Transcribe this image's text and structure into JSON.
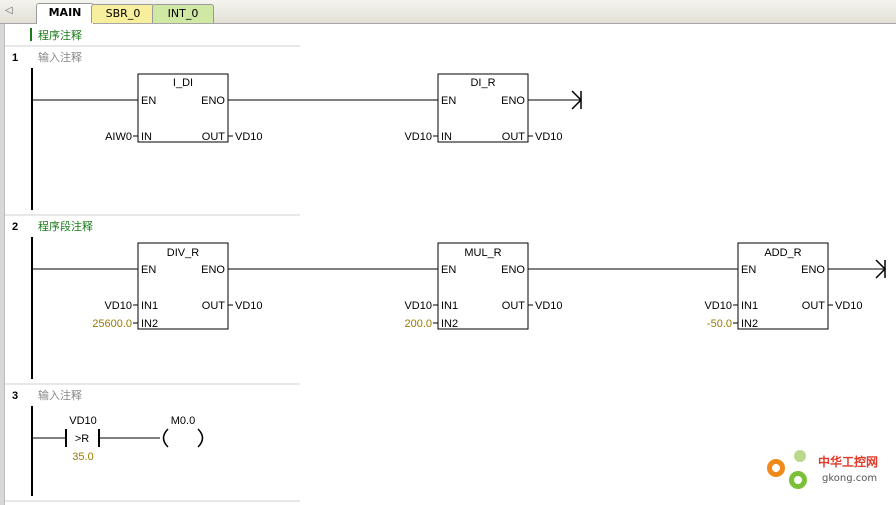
{
  "tabs": [
    {
      "label": "MAIN"
    },
    {
      "label": "SBR_0"
    },
    {
      "label": "INT_0"
    }
  ],
  "program_comment": "程序注释",
  "networks": [
    {
      "number": "1",
      "comment": "输入注释"
    },
    {
      "number": "2",
      "comment": "程序段注释"
    },
    {
      "number": "3",
      "comment": "输入注释"
    }
  ],
  "n1": {
    "box1": {
      "title": "I_DI",
      "en": "EN",
      "eno": "ENO",
      "in": "IN",
      "out": "OUT",
      "in_op": "AIW0",
      "out_op": "VD10"
    },
    "box2": {
      "title": "DI_R",
      "en": "EN",
      "eno": "ENO",
      "in": "IN",
      "out": "OUT",
      "in_op": "VD10",
      "out_op": "VD10"
    }
  },
  "n2": {
    "box1": {
      "title": "DIV_R",
      "en": "EN",
      "eno": "ENO",
      "in1": "IN1",
      "in2": "IN2",
      "out": "OUT",
      "in1_op": "VD10",
      "in2_op": "25600.0",
      "out_op": "VD10"
    },
    "box2": {
      "title": "MUL_R",
      "en": "EN",
      "eno": "ENO",
      "in1": "IN1",
      "in2": "IN2",
      "out": "OUT",
      "in1_op": "VD10",
      "in2_op": "200.0",
      "out_op": "VD10"
    },
    "box3": {
      "title": "ADD_R",
      "en": "EN",
      "eno": "ENO",
      "in1": "IN1",
      "in2": "IN2",
      "out": "OUT",
      "in1_op": "VD10",
      "in2_op": "-50.0",
      "out_op": "VD10"
    }
  },
  "n3": {
    "contact": {
      "operand": "VD10",
      "op": ">R",
      "value": "35.0"
    },
    "coil": {
      "operand": "M0.0"
    }
  },
  "watermark": {
    "brand": "中华工控网",
    "url": "gkong.com"
  },
  "colors": {
    "comment": "#1a7a1a",
    "constant": "#9a7a00",
    "tab_sbr": "#f7ef9d",
    "tab_int": "#cfe8a4"
  }
}
